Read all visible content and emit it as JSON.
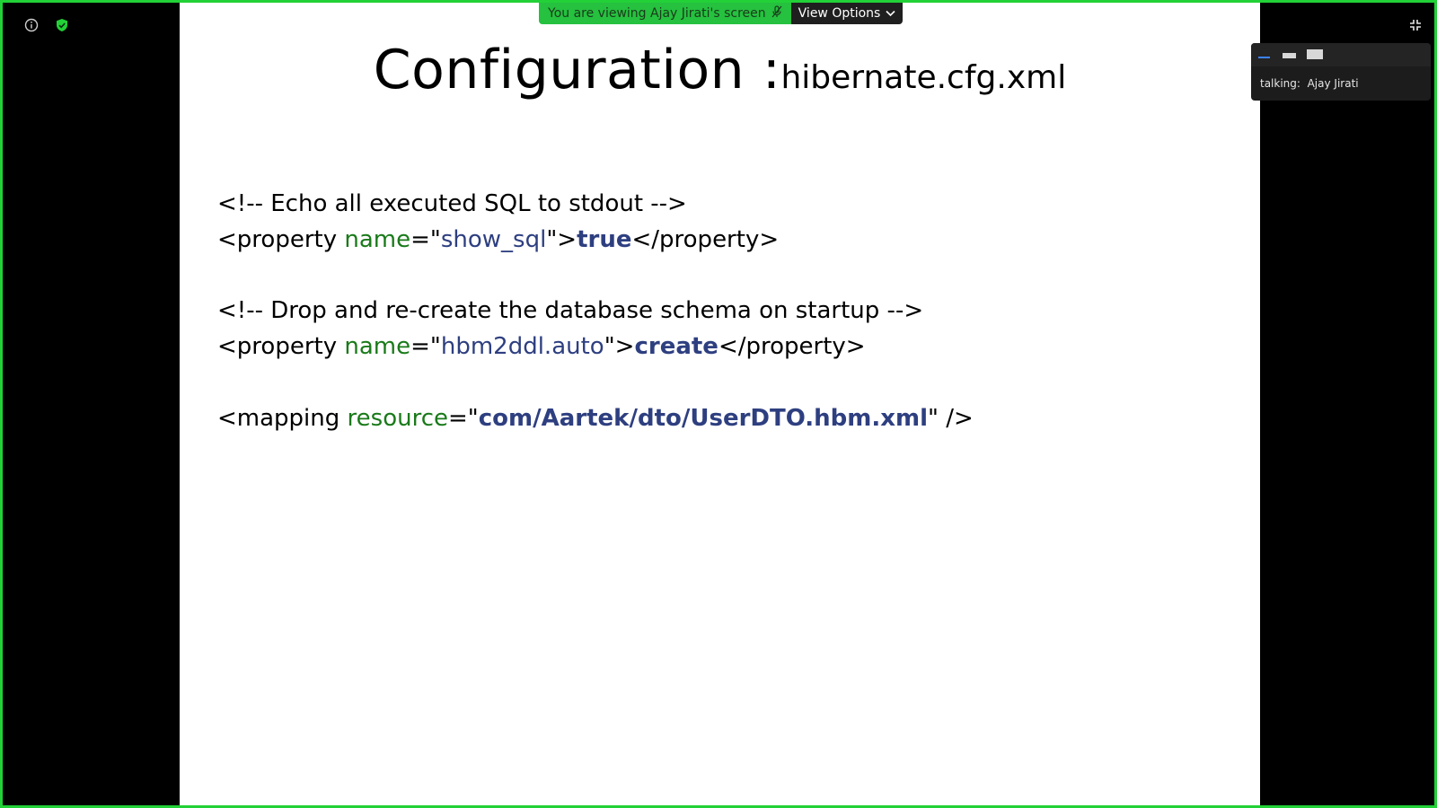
{
  "app": {
    "border_color": "#22d137"
  },
  "banner": {
    "viewing_text": "You are viewing Ajay Jirati's screen",
    "view_options_label": "View Options",
    "viewing_bg": "#25c13f"
  },
  "speaker_panel": {
    "talking_label": "talking:",
    "talking_name": "Ajay Jirati"
  },
  "slide": {
    "title_main": "Configuration :",
    "title_file": "hibernate.cfg.xml",
    "line1_comment": "<!-- Echo all executed SQL to stdout -->",
    "line2": {
      "open": "<property ",
      "attr": "name",
      "eq": "=\"",
      "value": "show_sql",
      "close": "\">",
      "content": "true",
      "end": "</property>"
    },
    "line3_comment": "<!-- Drop and re-create the database schema on startup -->",
    "line4": {
      "open": "<property ",
      "attr": "name",
      "eq": "=\"",
      "value": "hbm2ddl.auto",
      "close": "\">",
      "content": "create",
      "end": "</property>"
    },
    "line5": {
      "open": "<mapping ",
      "attr": "resource",
      "eq": "=\"",
      "value": "com/Aartek/dto/UserDTO.hbm.xml",
      "close": "\" />"
    }
  },
  "icons": {
    "info": "info-icon",
    "shield": "shield-check-icon",
    "mic_muted": "mic-muted-icon",
    "chevron": "chevron-down-icon",
    "exit_fullscreen": "exit-fullscreen-icon"
  }
}
